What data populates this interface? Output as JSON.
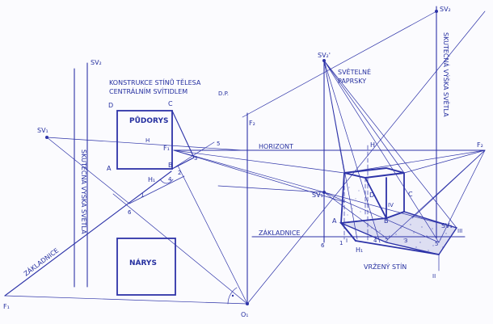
{
  "title": {
    "line1": "KONSTRUKCE STÍNŮ TĚLESA",
    "line2": "CENTRÁLNÍM SVÍTIDLEM",
    "initials": "D.P."
  },
  "labels": {
    "pudorys": "PŮDORYS",
    "narys": "NÁRYS",
    "horizont": "HORIZONT",
    "zakladnice_left": "ZÁKLADNICE",
    "zakladnice_right": "ZÁKLADNICE",
    "height_left": "SKUTEČNÁ VÝŠKA SVĚTLA",
    "height_right": "SKUTEČNÁ VÝŠKA SVĚTLA",
    "svetelne": "SVĚTELNÉ",
    "paprsky": "PAPRSKY",
    "vrzeny_stin": "VRŽENÝ STÍN"
  },
  "points": {
    "sv1": "SV₁",
    "sv2": "SV₂",
    "sv2_top": "SV₂",
    "sv1_right": "SV₁",
    "sv1_prime_right": "SV₁'",
    "sv2_prime_right": "SV₂'",
    "f1_left": "F₁",
    "f1_mid": "F₁",
    "f2_mid": "F₂",
    "f2_right": "F₂",
    "o1": "O₁",
    "h1": "H₁",
    "h": "H",
    "h1_right": "H₁",
    "A": "A",
    "B": "B",
    "C": "C",
    "D": "D",
    "A_r": "A",
    "B_r": "B",
    "C_r": "C",
    "D_r": "D",
    "n5": "5",
    "n6": "6",
    "n1": "1",
    "n2": "2",
    "n3": "3",
    "n4": "4",
    "r6": "6",
    "r1": "1",
    "r2": "2",
    "r3": "3",
    "r4": "4",
    "r5": "5",
    "rI": "I",
    "rII": "II",
    "rIII": "III",
    "rIV": "IV",
    "hmark": "H"
  },
  "colors": {
    "ink": "#2d33a8",
    "paper": "#fbfbfe"
  }
}
